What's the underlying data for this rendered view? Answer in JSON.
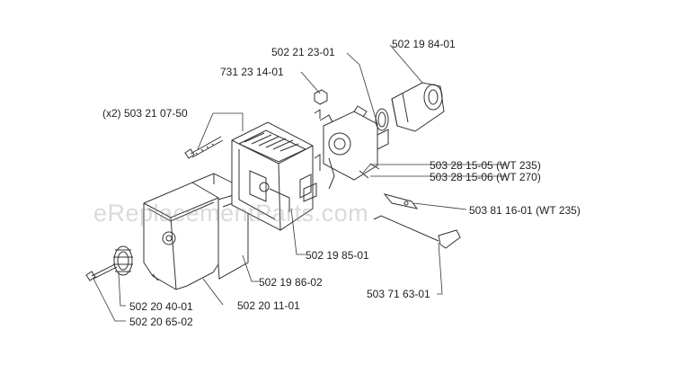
{
  "watermark": "eReplacementParts.com",
  "parts": [
    {
      "id": "p1",
      "label": "502 21 23-01"
    },
    {
      "id": "p2",
      "label": "502 19 84-01"
    },
    {
      "id": "p3",
      "label": "731 23 14-01"
    },
    {
      "id": "p4",
      "label": "(x2) 503 21 07-50"
    },
    {
      "id": "p5",
      "label": "503 28 15-05 (WT 235)"
    },
    {
      "id": "p6",
      "label": "503 28 15-06 (WT 270)"
    },
    {
      "id": "p7",
      "label": "503 81 16-01 (WT 235)"
    },
    {
      "id": "p8",
      "label": "502 19 85-01"
    },
    {
      "id": "p9",
      "label": "502 19 86-02"
    },
    {
      "id": "p10",
      "label": "503 71 63-01"
    },
    {
      "id": "p11",
      "label": "502 20 40-01"
    },
    {
      "id": "p12",
      "label": "502 20 65-02"
    },
    {
      "id": "p13",
      "label": "502 20 11-01"
    }
  ],
  "colors": {
    "line": "#333333",
    "text": "#222222",
    "watermark": "#969696"
  }
}
